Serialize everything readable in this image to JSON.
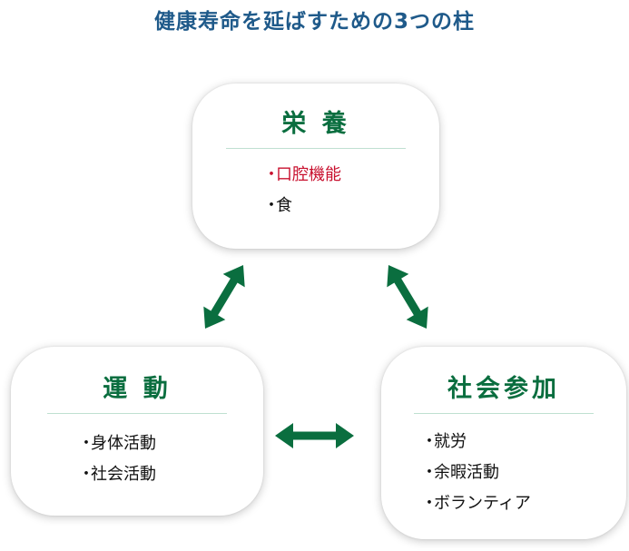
{
  "title": "健康寿命を延ばすための3つの柱",
  "colors": {
    "title": "#1f5a8a",
    "pillar_green": "#0a6e3f",
    "highlight_red": "#c8102e",
    "rule": "#bfe0d1"
  },
  "bullet": "・",
  "pillars": [
    {
      "id": "nutrition",
      "title": "栄 養",
      "items": [
        {
          "text": "口腔機能",
          "highlight": true
        },
        {
          "text": "食",
          "highlight": false
        }
      ]
    },
    {
      "id": "exercise",
      "title": "運 動",
      "items": [
        {
          "text": "身体活動",
          "highlight": false
        },
        {
          "text": "社会活動",
          "highlight": false
        }
      ]
    },
    {
      "id": "social",
      "title": "社会参加",
      "items": [
        {
          "text": "就労",
          "highlight": false
        },
        {
          "text": "余暇活動",
          "highlight": false
        },
        {
          "text": "ボランティア",
          "highlight": false
        }
      ]
    }
  ],
  "connections": [
    {
      "from": "nutrition",
      "to": "exercise",
      "type": "bidirectional"
    },
    {
      "from": "nutrition",
      "to": "social",
      "type": "bidirectional"
    },
    {
      "from": "exercise",
      "to": "social",
      "type": "bidirectional"
    }
  ]
}
